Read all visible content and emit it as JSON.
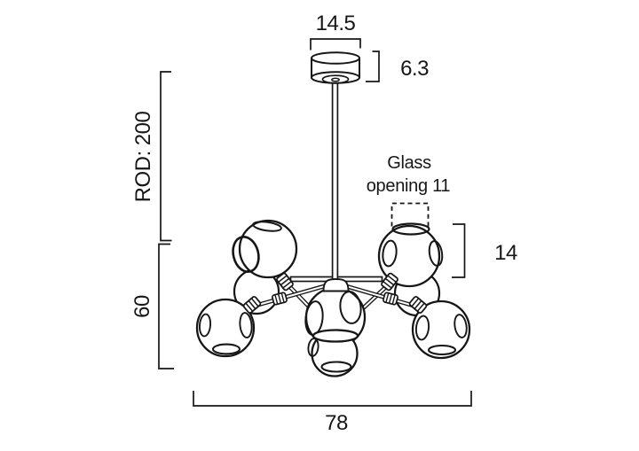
{
  "page": {
    "background": "#ffffff",
    "line_color": "#161616"
  },
  "drawing": {
    "type": "technical-dimension-drawing",
    "subject": "6-light glass ball chandelier with ceiling canopy and rod",
    "dims": {
      "canopy_width": "14.5",
      "canopy_height": "6.3",
      "rod_length": "ROD: 200",
      "body_height": "60",
      "shade_height": "14",
      "overall_width": "78"
    },
    "glass_label": {
      "line1": "Glass",
      "line2": "opening 11"
    }
  }
}
